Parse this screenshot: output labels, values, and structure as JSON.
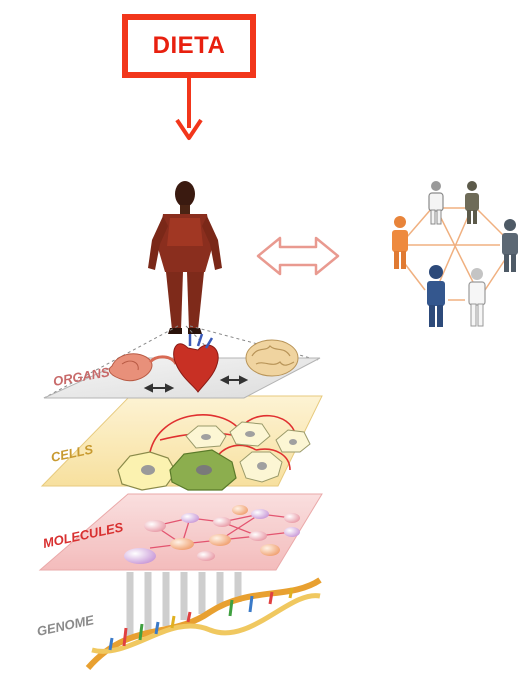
{
  "diet_box": {
    "label": "DIETA",
    "color": "#e8200f"
  },
  "layers": {
    "organs": "ORGANS",
    "cells": "CELLS",
    "molecules": "MOLECULES",
    "genome": "GENOME"
  },
  "colors": {
    "accent_red": "#f2361b",
    "organs_plane": "#ececec",
    "cells_plane": "#fbeab2",
    "molecules_plane": "#f6c3c3",
    "exchange_arrow": "#e99a90"
  },
  "icons": {
    "human_figure": "human-body-muscle-icon",
    "exchange": "double-arrow-icon",
    "network": "people-network-icon"
  }
}
